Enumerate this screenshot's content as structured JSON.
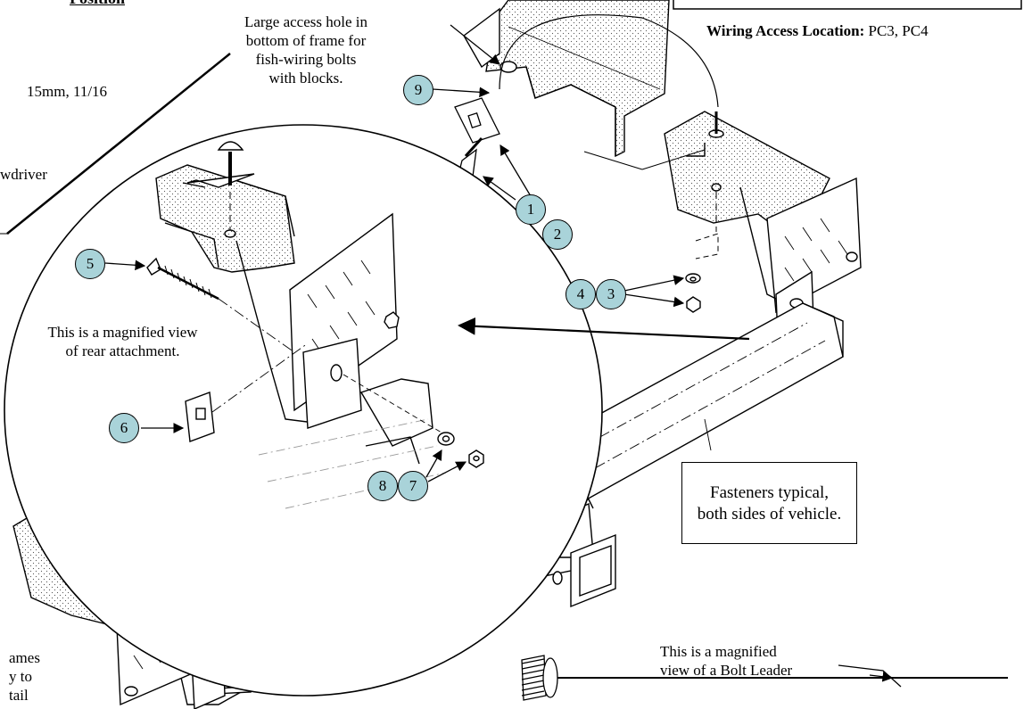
{
  "header_fragment": "Position",
  "tools": {
    "wrench_sizes": "15mm, 11/16",
    "screwdriver": "wdriver"
  },
  "wiring": {
    "label": "Wiring Access Location:",
    "value": "PC3, PC4"
  },
  "access_hole_note": [
    "Large access hole in",
    "bottom of frame for",
    "fish-wiring bolts",
    "with blocks."
  ],
  "magnified_rear_note": [
    "This is a magnified view",
    "of  rear attachment."
  ],
  "fasteners_note": [
    "Fasteners typical,",
    "both sides of vehicle."
  ],
  "bolt_leader_note": [
    "This is a magnified",
    "view of a Bolt Leader"
  ],
  "left_fragment": [
    "ames",
    "y to",
    "tail"
  ],
  "callouts": {
    "c1": "1",
    "c2": "2",
    "c3": "3",
    "c4": "4",
    "c5": "5",
    "c6": "6",
    "c7": "7",
    "c8": "8",
    "c9": "9"
  },
  "callout_color": "#a9d3d9"
}
